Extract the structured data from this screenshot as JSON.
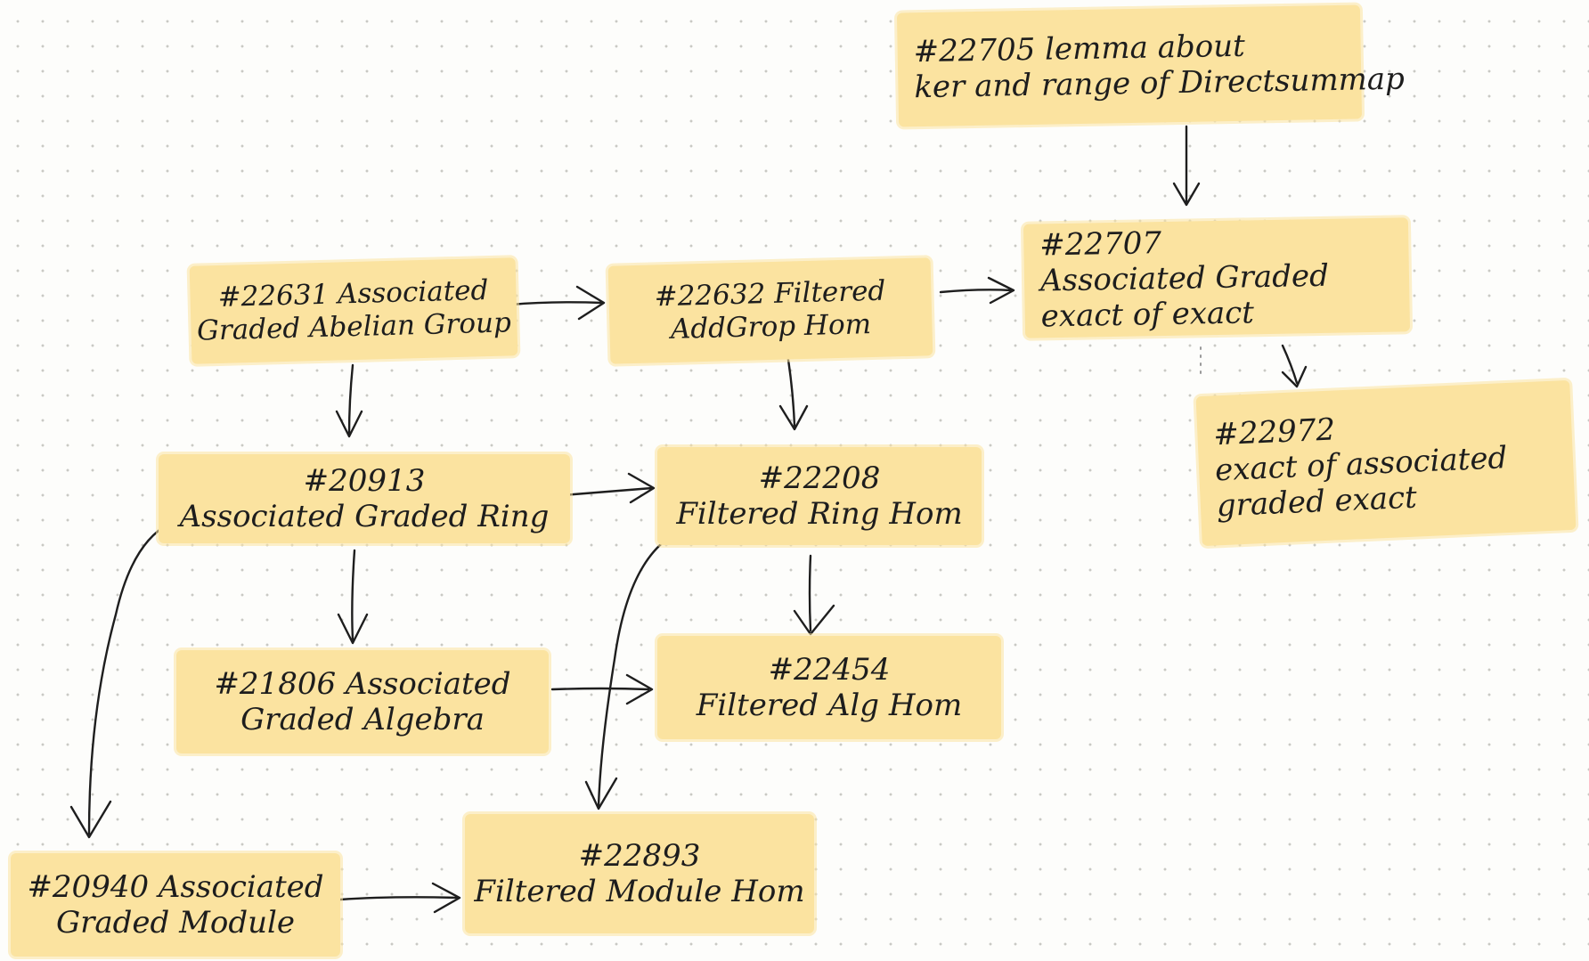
{
  "nodes": {
    "n22705": {
      "lines": [
        "#22705 lemma about",
        "ker and range of Directsummap"
      ]
    },
    "n22707": {
      "lines": [
        "#22707",
        "Associated Graded",
        "exact of exact"
      ]
    },
    "n22972": {
      "lines": [
        "#22972",
        "exact of associated",
        "graded exact"
      ]
    },
    "n22631": {
      "lines": [
        "#22631 Associated",
        "Graded Abelian Group"
      ]
    },
    "n22632": {
      "lines": [
        "#22632 Filtered",
        "AddGrop Hom"
      ]
    },
    "n20913": {
      "lines": [
        "#20913",
        "Associated Graded Ring"
      ]
    },
    "n22208": {
      "lines": [
        "#22208",
        "Filtered Ring Hom"
      ]
    },
    "n21806": {
      "lines": [
        "#21806 Associated",
        "Graded Algebra"
      ]
    },
    "n22454": {
      "lines": [
        "#22454",
        "Filtered Alg Hom"
      ]
    },
    "n20940": {
      "lines": [
        "#20940 Associated",
        "Graded Module"
      ]
    },
    "n22893": {
      "lines": [
        "#22893",
        "Filtered Module Hom"
      ]
    }
  },
  "edges": [
    {
      "from": "n22705",
      "to": "n22707"
    },
    {
      "from": "n22631",
      "to": "n22632"
    },
    {
      "from": "n22632",
      "to": "n22707"
    },
    {
      "from": "n22707",
      "to": "n22972"
    },
    {
      "from": "n22631",
      "to": "n20913"
    },
    {
      "from": "n22632",
      "to": "n22208"
    },
    {
      "from": "n20913",
      "to": "n22208"
    },
    {
      "from": "n20913",
      "to": "n21806"
    },
    {
      "from": "n22208",
      "to": "n22454"
    },
    {
      "from": "n21806",
      "to": "n22454"
    },
    {
      "from": "n20913",
      "to": "n20940"
    },
    {
      "from": "n22208",
      "to": "n22893"
    },
    {
      "from": "n20940",
      "to": "n22893"
    }
  ],
  "colors": {
    "note_fill": "#fbe3a0",
    "ink": "#1d1d1d",
    "paper": "#fdfdfb",
    "dot_grid": "#c9c9c4"
  }
}
